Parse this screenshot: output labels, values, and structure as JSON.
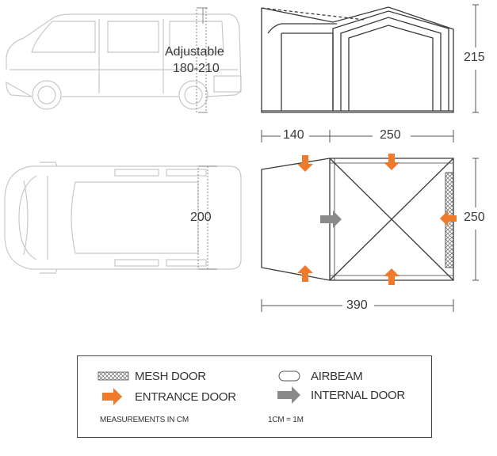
{
  "labels": {
    "adjustable_title": "Adjustable",
    "adjustable_range": "180-210",
    "tent_height": "215",
    "front_width": "140",
    "main_width": "250",
    "van_width": "200",
    "tent_depth": "250",
    "total_width": "390"
  },
  "legend": {
    "mesh_door": "MESH DOOR",
    "airbeam": "AIRBEAM",
    "entrance_door": "ENTRANCE DOOR",
    "internal_door": "INTERNAL DOOR",
    "measurements_note": "MEASUREMENTS IN CM",
    "scale_note": "1CM = 1M"
  },
  "colors": {
    "entrance_arrow": "#f07a2c",
    "internal_arrow": "#8a8a8a",
    "outline": "#3a3a3a",
    "van_outline": "#c8c8c8",
    "airbeam_fill": "#c9c9c9"
  }
}
